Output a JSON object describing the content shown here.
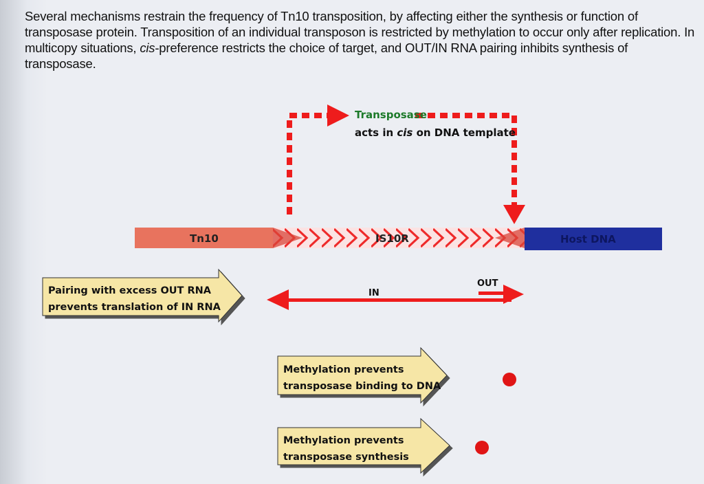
{
  "caption": {
    "text_before_italic": "Several mechanisms restrain the frequency of Tn10 transposition, by affecting either the synthesis or function of transposase protein. Transposition of an individual transposon is restricted by methylation to occur only after replication. In multicopy situations, ",
    "italic_word": "cis",
    "text_after_italic": "-preference restricts the choice of target, and OUT/IN RNA pairing inhibits synthesis of transposase."
  },
  "transposase": {
    "title": "Transposase",
    "line2_before": "acts in ",
    "line2_italic": "cis",
    "line2_after": " on DNA template"
  },
  "segments": {
    "tn10": "Tn10",
    "is10r": "IS10R",
    "host_dna": "Host DNA"
  },
  "rna": {
    "in_label": "IN",
    "out_label": "OUT"
  },
  "boxes": {
    "pairing": [
      "Pairing with excess OUT RNA",
      "prevents translation of IN RNA"
    ],
    "methylation_binding": [
      "Methylation prevents",
      "transposase binding to DNA"
    ],
    "methylation_synthesis": [
      "Methylation prevents",
      "transposase synthesis"
    ]
  },
  "colors": {
    "tn10": "#e8735e",
    "is10r_stripe": "#ee2a2a",
    "host_dna": "#1f2f9e",
    "arrow_red": "#ee1c1c",
    "transposase_green": "#1d7a2a",
    "box_fill": "#f6e6a6",
    "methyl_dot": "#e01515"
  }
}
